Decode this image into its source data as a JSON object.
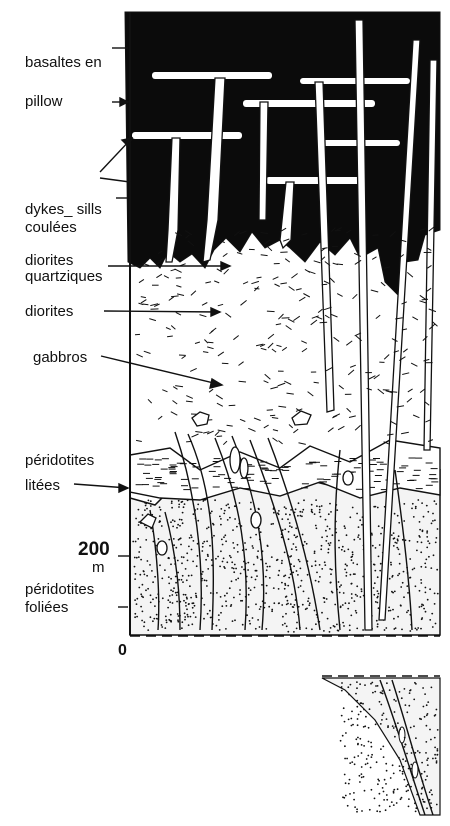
{
  "labels": {
    "basaltes": "basaltes en",
    "pillow": "pillow",
    "dykes": "dykes_ sills",
    "coulees": "coulées",
    "diorites_q1": "diorites",
    "diorites_q2": "quartziques",
    "diorites": "diorites",
    "gabbros": "gabbros",
    "perido_l1": "péridotites",
    "perido_l2": "litées",
    "perido_f1": "péridotites",
    "perido_f2": "foliées"
  },
  "scale": {
    "value": "200",
    "unit": "m",
    "zero": "0"
  },
  "colors": {
    "ink": "#111111",
    "paper": "#ffffff"
  }
}
